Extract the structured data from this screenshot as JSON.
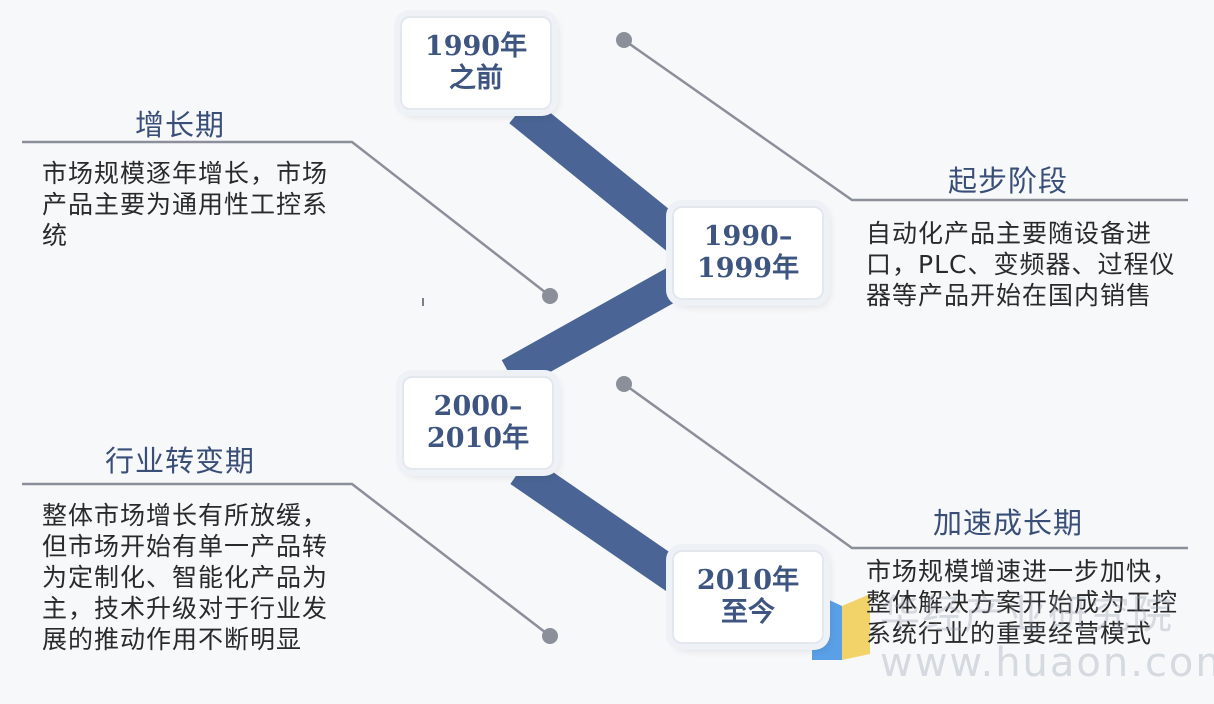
{
  "nodes": {
    "n1": {
      "line1": "1990年",
      "line2": "之前"
    },
    "n2": {
      "line1": "1990–",
      "line2": "1999年"
    },
    "n3": {
      "line1": "2000–",
      "line2": "2010年"
    },
    "n4": {
      "line1": "2010年",
      "line2": "至今"
    }
  },
  "stages": {
    "growth": {
      "title": "增长期",
      "desc": "市场规模逐年增长，市场产品主要为通用性工控系统"
    },
    "start": {
      "title": "起步阶段",
      "desc": "自动化产品主要随设备进口，PLC、变频器、过程仪器等产品开始在国内销售"
    },
    "transition": {
      "title": "行业转变期",
      "desc": "整体市场增长有所放缓，但市场开始有单一产品转为定制化、智能化产品为主，技术升级对于行业发展的推动作用不断明显"
    },
    "acceleration": {
      "title": "加速成长期",
      "desc": "市场规模增速进一步加快，整体解决方案开始成为工控系统行业的重要经营模式"
    }
  },
  "watermark": "华经产业研究院 www.huaon.com",
  "colors": {
    "timeline": "#4a6595",
    "connector": "#8a8f99",
    "node_text": "#3d5580"
  }
}
